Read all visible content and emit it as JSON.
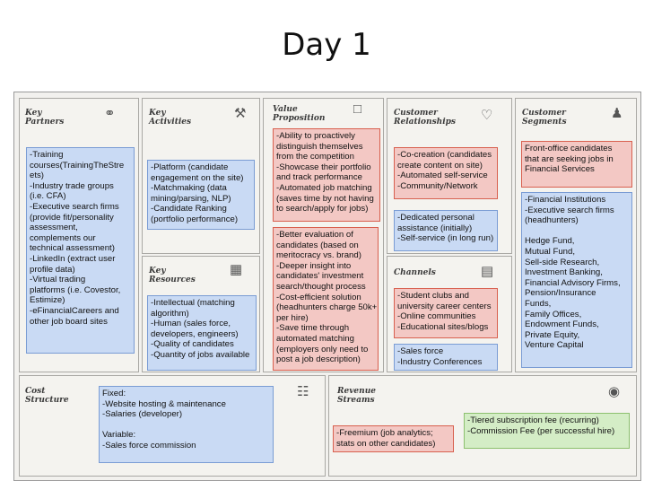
{
  "title": "Day 1",
  "headers": {
    "key_partners": "Key\nPartners",
    "key_activities": "Key\nActivities",
    "value_proposition": "Value\nProposition",
    "customer_relationships": "Customer\nRelationships",
    "customer_segments": "Customer\nSegments",
    "key_resources": "Key\nResources",
    "channels": "Channels",
    "cost_structure": "Cost\nStructure",
    "revenue_streams": "Revenue\nStreams"
  },
  "notes": {
    "partners": "-Training\ncourses(TrainingTheStre\nets)\n-Industry trade groups\n(i.e. CFA)\n-Executive search firms\n(provide fit/personality\nassessment,\ncomplements our\ntechnical assessment)\n-LinkedIn (extract user\nprofile data)\n-Virtual trading\nplatforms (i.e. Covestor,\nEstimize)\n-eFinancialCareers and\nother job board sites",
    "activities": "-Platform (candidate\nengagement on the site)\n-Matchmaking (data\nmining/parsing, NLP)\n-Candidate Ranking\n(portfolio performance)",
    "resources": "-Intellectual (matching\nalgorithm)\n-Human (sales force,\ndevelopers, engineers)\n-Quality of candidates\n-Quantity of jobs available",
    "value_1": "-Ability to proactively\ndistinguish themselves\nfrom the competition\n-Showcase their portfolio\nand track performance\n-Automated job matching\n(saves time by not having\nto search/apply for jobs)",
    "value_2": "-Better evaluation of\ncandidates (based on\nmeritocracy vs. brand)\n-Deeper insight into\ncandidates' investment\nsearch/thought process\n-Cost-efficient solution\n(headhunters charge 50k+\nper hire)\n-Save time through\nautomated matching\n(employers only need to\npost a job description)",
    "relationships_1": "-Co-creation (candidates\ncreate content on site)\n-Automated self-service\n-Community/Network",
    "relationships_2": "-Dedicated personal\nassistance (initially)\n-Self-service (in long run)",
    "channels_1": "-Student clubs and\nuniversity career centers\n-Online communities\n-Educational sites/blogs",
    "channels_2": "-Sales force\n-Industry Conferences",
    "segments_1": "Front-office candidates\nthat are seeking jobs in\nFinancial Services",
    "segments_2": "-Financial Institutions\n-Executive search firms\n(headhunters)\n\nHedge Fund,\nMutual Fund,\nSell-side Research,\nInvestment Banking,\nFinancial Advisory Firms,\nPension/Insurance\nFunds,\nFamily Offices,\nEndowment Funds,\nPrivate Equity,\nVenture Capital",
    "cost": "Fixed:\n-Website hosting & maintenance\n-Salaries (developer)\n\nVariable:\n-Sales force commission",
    "revenue_1": "-Freemium (job analytics;\nstats on other candidates)",
    "revenue_2": "-Tiered subscription fee (recurring)\n-Commission Fee (per successful hire)"
  },
  "icons": {
    "partners": "chain-links-icon",
    "activities": "worker-icon",
    "value": "gift-icon",
    "relationships": "heart-icon",
    "segments": "person-icon",
    "resources": "factory-icon",
    "channels": "truck-icon",
    "cost": "price-tag-icon",
    "revenue": "money-bag-icon"
  },
  "colors": {
    "blue_note": "#c9daf4",
    "red_note": "#f3c8c4",
    "green_note": "#d4edc6"
  }
}
